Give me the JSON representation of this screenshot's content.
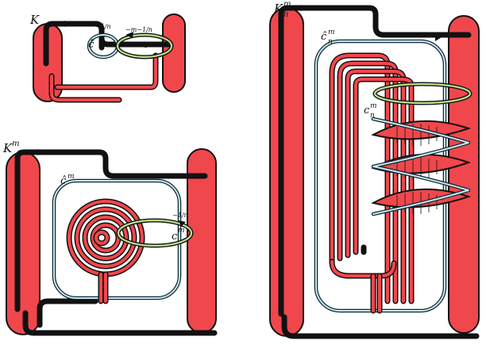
{
  "colors": {
    "band_red": "#f0474c",
    "teal": "#cfe6ee",
    "green": "#b9e08a",
    "outline": "#111111"
  },
  "panels": {
    "K": {
      "title": "K",
      "label_chat": "ĉ",
      "label_c": "c",
      "coef_left": "−1/n",
      "coef_right": "−m−1/n"
    },
    "Km": {
      "title": "K",
      "title_sup": "m",
      "label_chat": "ĉ",
      "label_chat_sup": "m",
      "label_c": "c",
      "label_c_sup": "m",
      "coef": "−1/n"
    },
    "Knm": {
      "title": "K",
      "title_sub": "n",
      "title_sup": "m",
      "label_chat": "ĉ",
      "label_chat_sub": "n",
      "label_chat_sup": "m",
      "label_c": "c",
      "label_c_sub": "n",
      "label_c_sup": "m"
    }
  }
}
